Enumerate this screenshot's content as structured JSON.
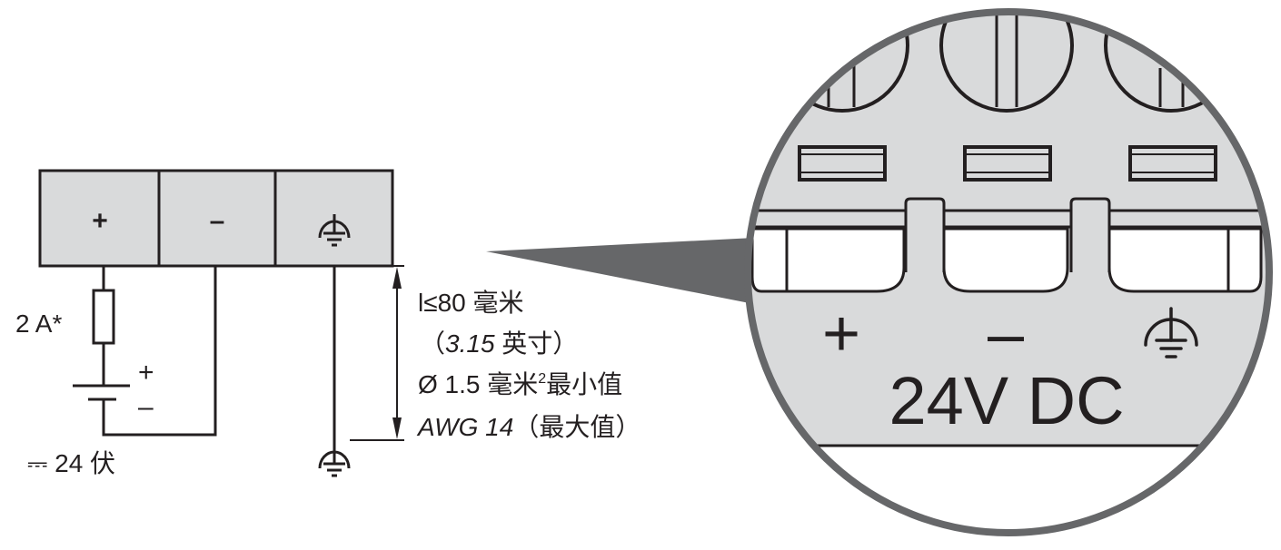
{
  "terminal_block": {
    "labels": [
      "+",
      "–",
      "ground-symbol"
    ]
  },
  "circuit": {
    "fuse_label": "2 A*",
    "battery_plus": "+",
    "battery_minus": "–",
    "supply_label": "⎓ 24 伏"
  },
  "specs": {
    "line1": "l≤80 毫米",
    "line2_open": "（",
    "line2_value": "3.15",
    "line2_unit": " 英寸）",
    "line3_a": "Ø 1.5 毫米",
    "line3_sup": "2",
    "line3_b": "最小值",
    "line4_awg": "AWG 14",
    "line4_rest": "（最大值）"
  },
  "detail": {
    "plus": "+",
    "minus": "–",
    "voltage_label": "24V DC"
  },
  "colors": {
    "block_fill": "#d9dadb",
    "pointer": "#666769",
    "line": "#231f20"
  }
}
